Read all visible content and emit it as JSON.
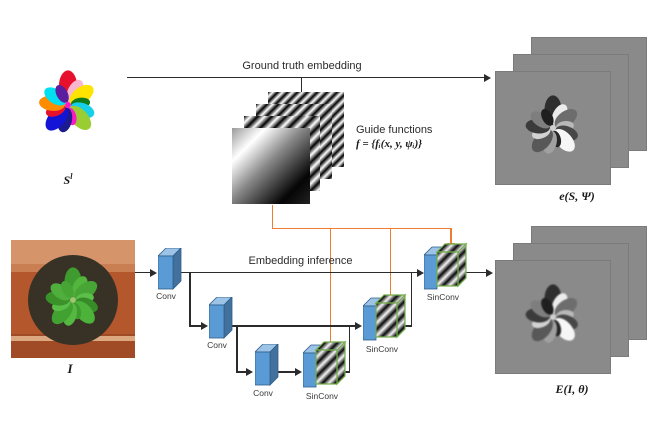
{
  "figure": {
    "ground_truth_label": "Ground truth embedding",
    "inference_label": "Embedding inference",
    "guide_functions_title": "Guide functions",
    "guide_functions_formula": "f = {fᵢ(x, y, ψᵢ)}",
    "input_image_label": "I",
    "segmentation_label_base": "S",
    "segmentation_label_sup": "l",
    "gt_embedding_label": "e(S, Ψ)",
    "inferred_embedding_label": "E(I, θ)"
  },
  "network": {
    "blocks": [
      {
        "id": "conv-1",
        "type": "conv",
        "label": "Conv"
      },
      {
        "id": "conv-2",
        "type": "conv",
        "label": "Conv"
      },
      {
        "id": "conv-3",
        "type": "conv",
        "label": "Conv"
      },
      {
        "id": "sinconv-bottom",
        "type": "sinconv",
        "label": "SinConv"
      },
      {
        "id": "sinconv-middle",
        "type": "sinconv",
        "label": "SinConv"
      },
      {
        "id": "sinconv-top",
        "type": "sinconv",
        "label": "SinConv"
      }
    ]
  },
  "colors": {
    "arrow_black": "#2b2b2b",
    "arrow_orange": "#ED7D31",
    "conv_front": "#5B9BD5",
    "conv_top": "#9DC3E6",
    "conv_side": "#41719C",
    "conv_stroke": "#2E5F8C",
    "sinconv_outline": "#70AD47",
    "embedding_bg": "#8a8a8a",
    "text": "#333333"
  },
  "palettes": {
    "segmentation_leaves": [
      "#e8112d",
      "#f9b7cf",
      "#ffe400",
      "#127a18",
      "#18cfe8",
      "#9acd32",
      "#ff17c6",
      "#1b1b8f",
      "#1414d6",
      "#e8112d",
      "#ff8c00",
      "#00e0f0",
      "#5a1e9e"
    ],
    "photo_leaves": [
      "#3f9b2f",
      "#52b53d",
      "#46a534",
      "#5cbf49",
      "#378c28",
      "#4db23a",
      "#3f9b2f",
      "#55b840",
      "#42a231",
      "#5abd47",
      "#3a9229",
      "#4fae3c",
      "#46a534"
    ],
    "embedding_shades": [
      "#2e2e2e",
      "#ececec",
      "#6d6d6d",
      "#b8b8b8",
      "#474747",
      "#f6f6f6",
      "#262626",
      "#a0a0a0",
      "#585858",
      "#d2d2d2",
      "#3b3b3b",
      "#7e7e7e",
      "#1f1f1f"
    ]
  }
}
